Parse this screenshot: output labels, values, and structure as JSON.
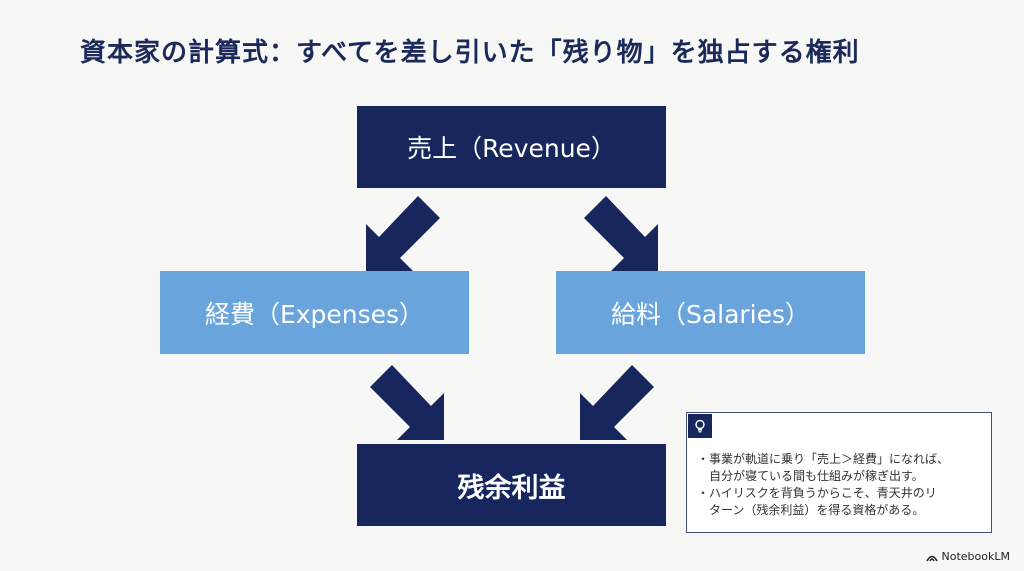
{
  "title": "資本家の計算式：すべてを差し引いた「残り物」を独占する権利",
  "boxes": {
    "revenue": "売上（Revenue）",
    "expenses": "経費（Expenses）",
    "salaries": "給料（Salaries）",
    "profit": "残余利益"
  },
  "note": {
    "bullets": [
      [
        "・",
        "事業が軌道に乗り「売上＞経費」になれば、"
      ],
      [
        "",
        "自分が寝ている間も仕組みが稼ぎ出す。"
      ],
      [
        "・",
        "ハイリスクを背負うからこそ、青天井のリ"
      ],
      [
        "",
        "ターン（残余利益）を得る資格がある。"
      ]
    ]
  },
  "brand": "NotebookLM",
  "colors": {
    "dark": "#17275e",
    "light": "#69a4dc"
  }
}
